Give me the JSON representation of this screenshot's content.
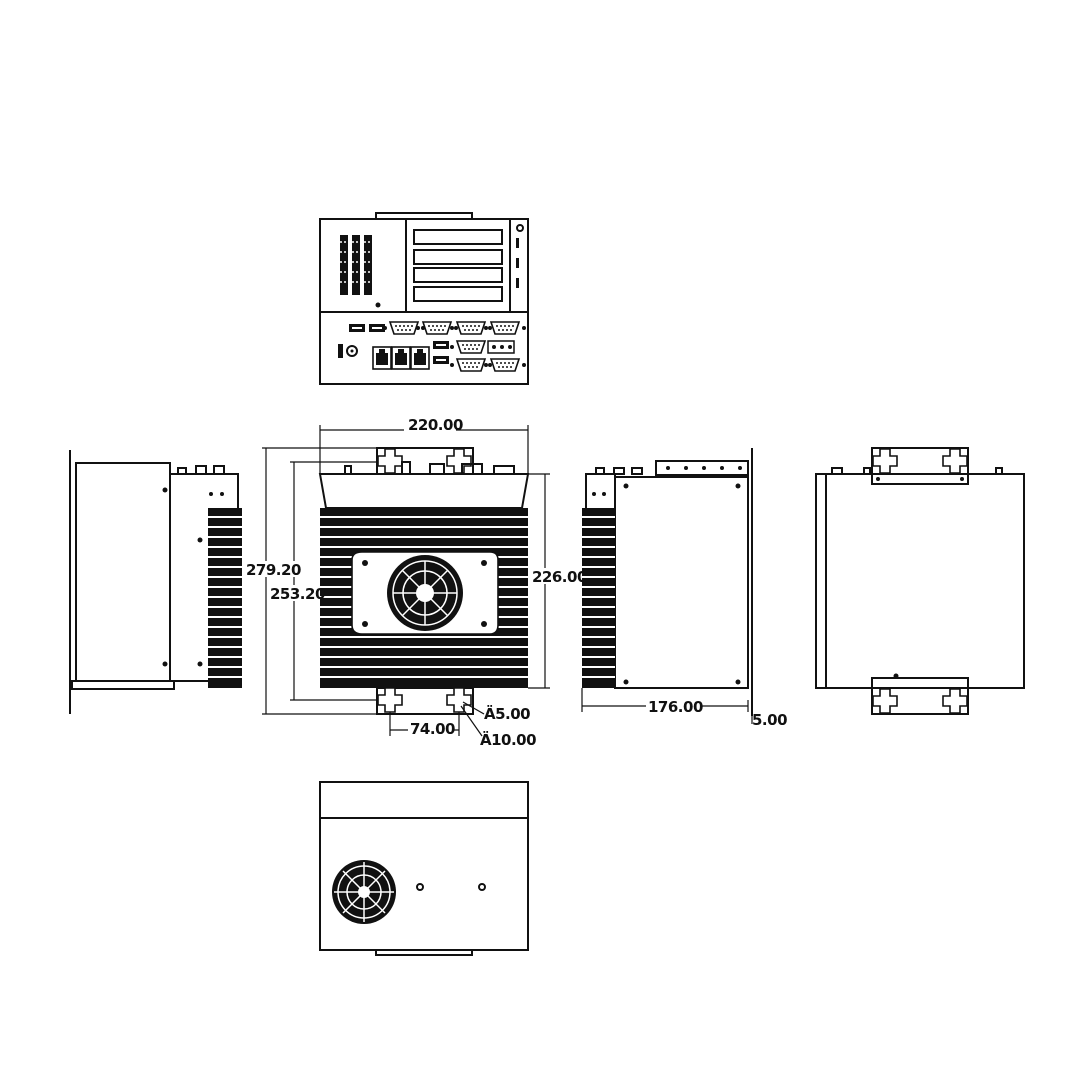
{
  "dimensions": {
    "width": "220.00",
    "height_outer": "279.20",
    "height_inner": "253.20",
    "body_height": "226.00",
    "mount_spacing": "74.00",
    "hole_small": "Ä5.00",
    "hole_large": "Ä10.00",
    "depth": "176.00",
    "bracket_thickness": "5.00"
  },
  "colors": {
    "line": "#111111",
    "background": "#ffffff"
  }
}
